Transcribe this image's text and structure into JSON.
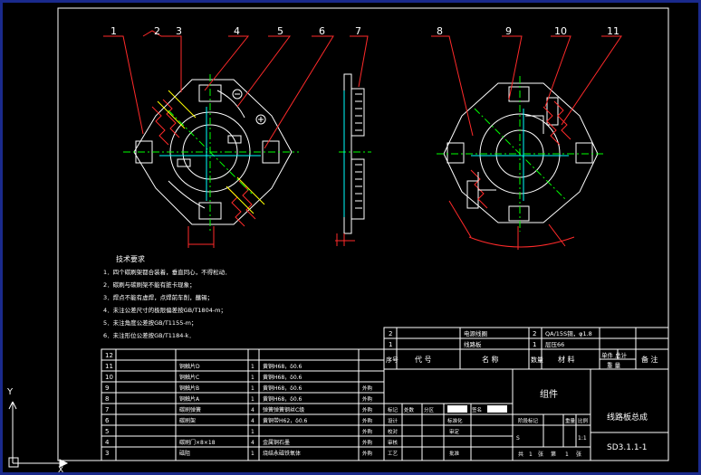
{
  "colors": {
    "background": "#000000",
    "line": "#ffffff",
    "accent_red": "#ff2a2a",
    "accent_cyan": "#00ffff",
    "accent_green": "#00ff00",
    "accent_yellow": "#ffff00",
    "frame_blue": "#1a2a8c"
  },
  "callouts": [
    "1",
    "2",
    "3",
    "4",
    "5",
    "6",
    "7",
    "8",
    "9",
    "10",
    "11"
  ],
  "notes": {
    "title": "技术要求",
    "items": [
      "1．四个碳刷架都合装着，垂直同心，不得松动．",
      "2．碳刷与碳刷架不能有脏卡现象；",
      "3．焊点不能有虚焊，点焊前车削，蘸锡；",
      "4．未注公差尺寸的极限偏差按GB/T1804-m；",
      "5．未注角度公差按GB/T1155-m；",
      "6．未注形位公差按GB/T1184-k．"
    ]
  },
  "bom_top": {
    "rows": [
      {
        "no": "2",
        "code": "",
        "name": "电源线圈",
        "qty": "2",
        "material": "QA/15S铜，φ1.8"
      },
      {
        "no": "1",
        "code": "",
        "name": "线路板",
        "qty": "1",
        "material": "层压66"
      }
    ],
    "headers": {
      "no": "序号",
      "code": "代 号",
      "name": "名 称",
      "qty": "数量",
      "material": "材 料",
      "weight": "单件 总计",
      "weight_sub": "重 量",
      "remark": "备 注"
    }
  },
  "bom_main": [
    {
      "no": "12",
      "name": "",
      "qty": "",
      "material": ""
    },
    {
      "no": "11",
      "name": "铜触片D",
      "qty": "1",
      "material": "黄铜H68，δ0.6"
    },
    {
      "no": "10",
      "name": "铜触片C",
      "qty": "1",
      "material": "黄铜H68，δ0.6"
    },
    {
      "no": "9",
      "name": "铜触片B",
      "qty": "1",
      "material": "黄铜H68，δ0.6"
    },
    {
      "no": "8",
      "name": "铜触片A",
      "qty": "1",
      "material": "黄铜H68，δ0.6"
    },
    {
      "no": "7",
      "name": "碳刷弹簧",
      "qty": "4",
      "material": "弹簧弹簧钢丝C级"
    },
    {
      "no": "6",
      "name": "碳刷架",
      "qty": "4",
      "material": "黄铜带H62，δ0.6"
    },
    {
      "no": "5",
      "name": "",
      "qty": "1",
      "material": ""
    },
    {
      "no": "4",
      "name": "碳刷门×8×18",
      "qty": "4",
      "material": "金属铜石墨"
    },
    {
      "no": "3",
      "name": "磁阻",
      "qty": "1",
      "material": "烧结永磁铁氧体"
    }
  ],
  "title_block": {
    "side_labels": [
      "外购",
      "外购",
      "外购",
      "外购",
      "外购",
      "外购",
      "外购"
    ],
    "sign_rows": [
      [
        "标记",
        "处数",
        "分区"
      ],
      [
        "设计",
        "",
        "标准化"
      ],
      [
        "校对",
        "",
        "审定"
      ],
      [
        "审核",
        "",
        ""
      ],
      [
        "工艺",
        "",
        "批准"
      ]
    ],
    "sign_extra": [
      "签名"
    ],
    "component": "组件",
    "stage_headers": [
      "阶段标记",
      "重量",
      "比例"
    ],
    "scale": "1:1",
    "stage_mark": "S",
    "sheet_info": [
      "共",
      "1",
      "张",
      "第",
      "1",
      "张"
    ],
    "drawing_name": "线路板总成",
    "drawing_number": "SD3.1.1-1"
  },
  "axis": {
    "y": "Y",
    "x": "X"
  }
}
